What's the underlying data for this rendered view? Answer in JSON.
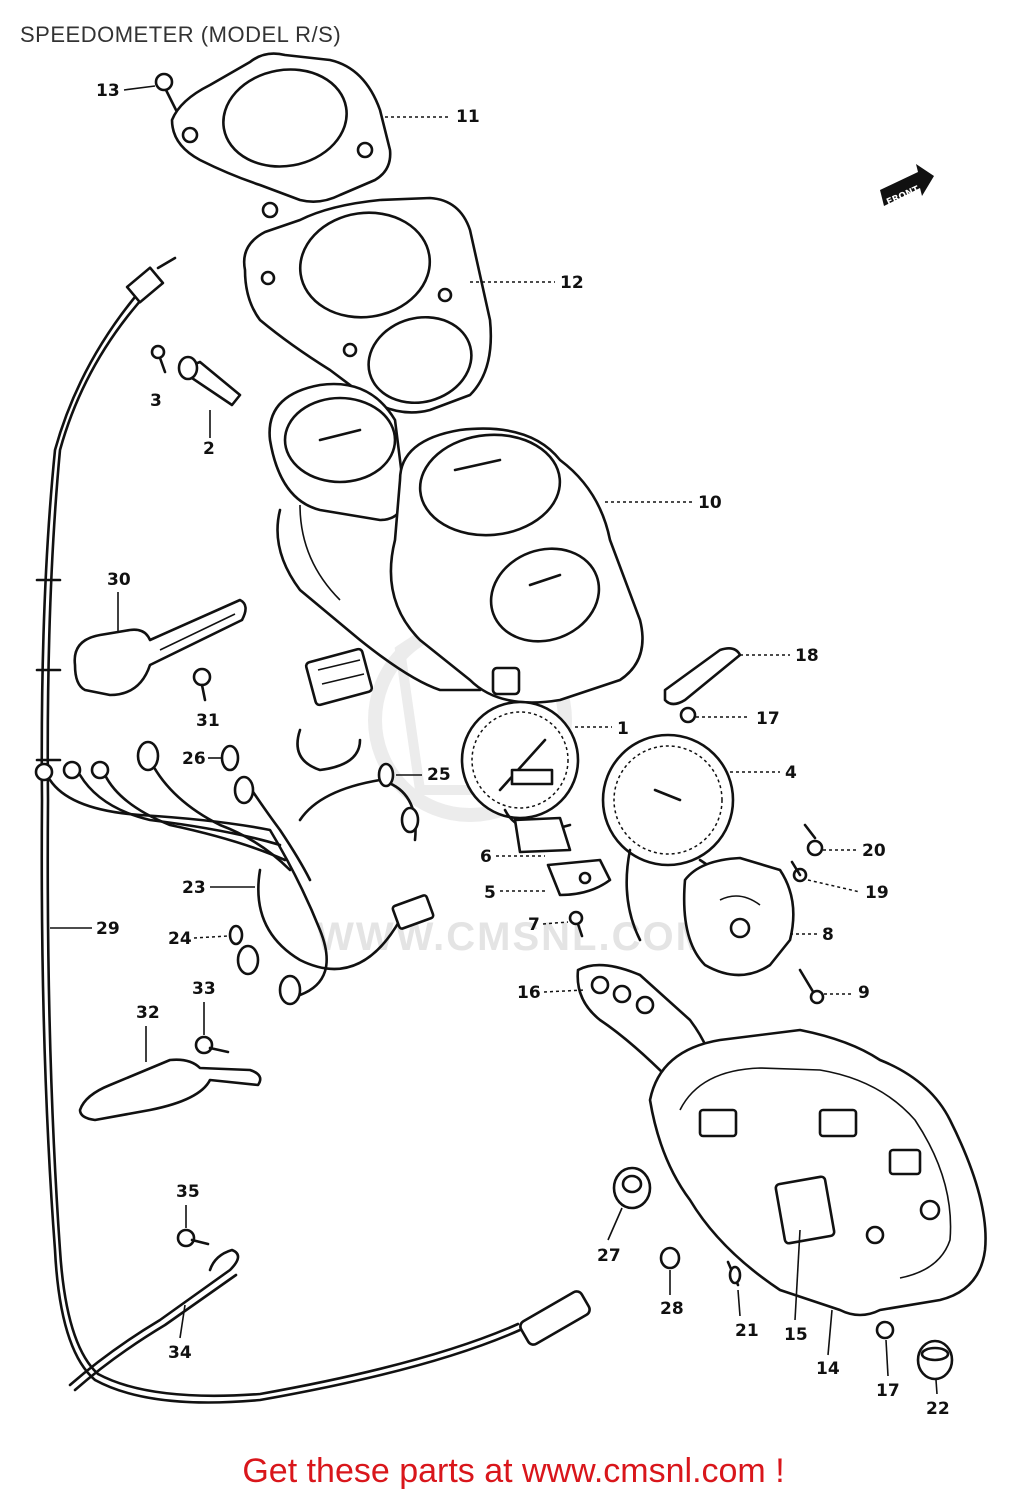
{
  "title": "SPEEDOMETER (MODEL R/S)",
  "footer": "Get these parts at www.cmsnl.com !",
  "watermark": "WWW.CMSNL.COM",
  "front_badge": "FRONT",
  "callouts": [
    {
      "id": "c13",
      "label": "13"
    },
    {
      "id": "c11",
      "label": "11"
    },
    {
      "id": "c12",
      "label": "12"
    },
    {
      "id": "c3",
      "label": "3"
    },
    {
      "id": "c2",
      "label": "2"
    },
    {
      "id": "c10",
      "label": "10"
    },
    {
      "id": "c30",
      "label": "30"
    },
    {
      "id": "c31",
      "label": "31"
    },
    {
      "id": "c18",
      "label": "18"
    },
    {
      "id": "c17a",
      "label": "17"
    },
    {
      "id": "c1",
      "label": "1"
    },
    {
      "id": "c26",
      "label": "26"
    },
    {
      "id": "c25",
      "label": "25"
    },
    {
      "id": "c4",
      "label": "4"
    },
    {
      "id": "c6",
      "label": "6"
    },
    {
      "id": "c20",
      "label": "20"
    },
    {
      "id": "c5",
      "label": "5"
    },
    {
      "id": "c19",
      "label": "19"
    },
    {
      "id": "c23",
      "label": "23"
    },
    {
      "id": "c7",
      "label": "7"
    },
    {
      "id": "c8",
      "label": "8"
    },
    {
      "id": "c29",
      "label": "29"
    },
    {
      "id": "c24",
      "label": "24"
    },
    {
      "id": "c16",
      "label": "16"
    },
    {
      "id": "c9",
      "label": "9"
    },
    {
      "id": "c33",
      "label": "33"
    },
    {
      "id": "c32",
      "label": "32"
    },
    {
      "id": "c35",
      "label": "35"
    },
    {
      "id": "c27",
      "label": "27"
    },
    {
      "id": "c28",
      "label": "28"
    },
    {
      "id": "c21",
      "label": "21"
    },
    {
      "id": "c15",
      "label": "15"
    },
    {
      "id": "c34",
      "label": "34"
    },
    {
      "id": "c14",
      "label": "14"
    },
    {
      "id": "c17b",
      "label": "17"
    },
    {
      "id": "c22",
      "label": "22"
    }
  ]
}
